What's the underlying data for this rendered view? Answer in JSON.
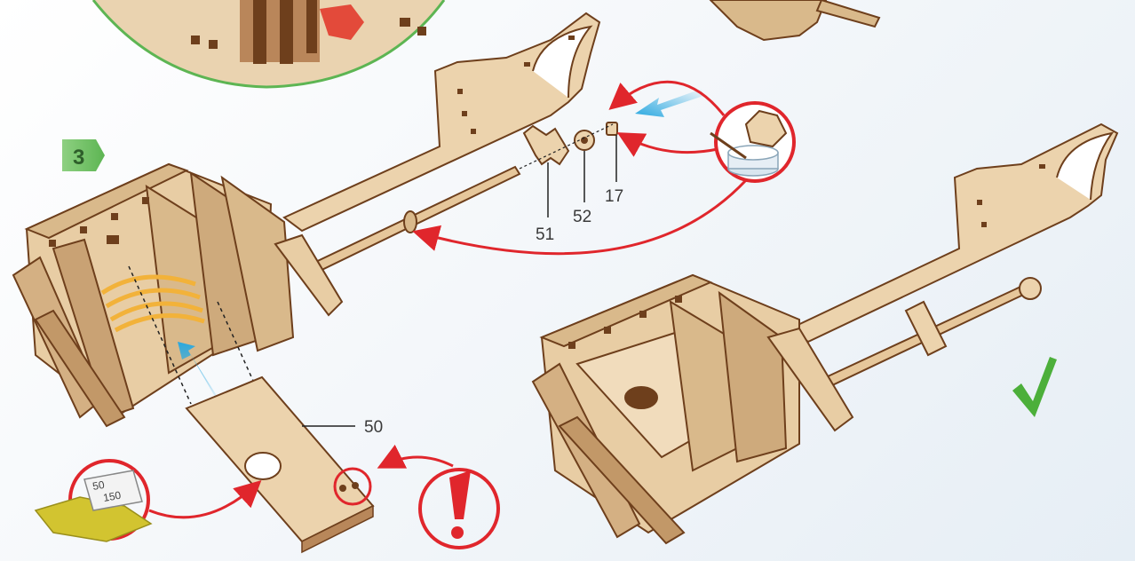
{
  "step": {
    "number": "3"
  },
  "parts": {
    "p50": "50",
    "p51": "51",
    "p52": "52",
    "p17": "17"
  },
  "sandpaper": {
    "grit_top": "50",
    "grit_bottom": "150"
  },
  "colors": {
    "wood_light": "#ecd3ad",
    "wood_mid": "#d9b98b",
    "wood_dark": "#6e3f1c",
    "arrow_red": "#e0262c",
    "arrow_blue": "#29a8e0",
    "check_green": "#4caf3a",
    "rubber_band": "#f2b23a",
    "circle_green": "#5db553"
  },
  "icons": {
    "exclamation": "exclamation-icon",
    "check": "check-icon",
    "glue": "glue-cup-icon",
    "sandpaper": "sandpaper-icon"
  }
}
